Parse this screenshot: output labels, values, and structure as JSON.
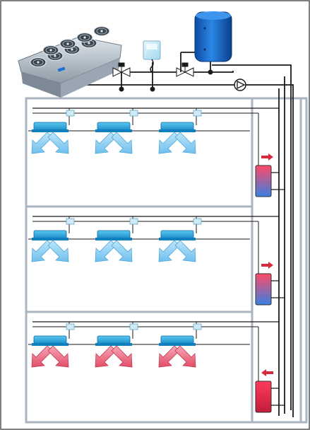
{
  "diagram": {
    "components": {
      "dry_cooler": {
        "icon": "dry-cooler-icon",
        "fans": 8,
        "color": "#9aa7b3"
      },
      "storage_tank": {
        "icon": "storage-tank-icon",
        "color": "#1f6fd1"
      },
      "controller": {
        "icon": "thermostat-icon",
        "color": "#bfe6f5"
      },
      "pump": {
        "icon": "pump-icon"
      },
      "three_way_valves": 2
    },
    "floors": [
      {
        "units": 3,
        "airflow": "cold",
        "heat_exchanger_arrow": "right"
      },
      {
        "units": 3,
        "airflow": "cold",
        "heat_exchanger_arrow": "right"
      },
      {
        "units": 3,
        "airflow": "warm",
        "heat_exchanger_arrow": "left"
      }
    ],
    "colors": {
      "frame": "#a9b6c2",
      "pipe": "#1a1a1a",
      "unit_fill": "#1fa6df",
      "cold_air": "#8dcff0",
      "warm_air": "#e8647a",
      "arrow_red": "#d8283c",
      "hx_top": "#ff4a6a",
      "hx_bottom": "#3a7fe0"
    }
  }
}
